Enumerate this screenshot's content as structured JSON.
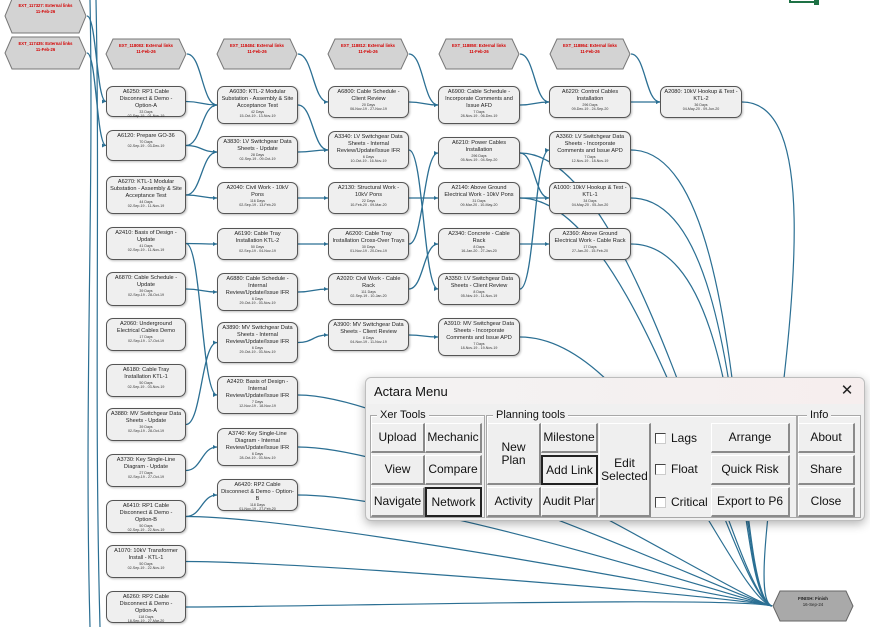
{
  "colors": {
    "link": "#2b6f93",
    "node_fill": "#efefef",
    "hex_fill": "#d3d3d3",
    "external_text": "#d40000",
    "finish_fill": "#a9a9a9",
    "excel_green": "#1e7145"
  },
  "external_nodes": [
    {
      "id": "ext1",
      "label": "EXT_117327: External links",
      "date": "11-Feb-26"
    },
    {
      "id": "ext2",
      "label": "EXT_117435: External links",
      "date": "11-Feb-26"
    },
    {
      "id": "ext3",
      "label": "EXT_118083: External links",
      "date": "11-Feb-26"
    },
    {
      "id": "ext4",
      "label": "EXT_118484: External links",
      "date": "11-Feb-26"
    },
    {
      "id": "ext5",
      "label": "EXT_118812: External links",
      "date": "11-Feb-26"
    },
    {
      "id": "ext6",
      "label": "EXT_118850: External links",
      "date": "11-Feb-26"
    },
    {
      "id": "ext7",
      "label": "EXT_118864: External links",
      "date": "11-Feb-26"
    }
  ],
  "finish_node": {
    "label": "FINISH: Finish",
    "date": "16-Sep-24"
  },
  "activities": [
    {
      "id": "a6250",
      "title": "A6250: RP1 Cable Disconnect & Demo - Option-A",
      "duration": "33 Days",
      "dates": "02-Sep-19 - 01-Nov-19"
    },
    {
      "id": "a6120",
      "title": "A6120: Prepare GO-36",
      "duration": "70 Days",
      "dates": "02-Sep-19 - 03-Dec-19"
    },
    {
      "id": "a6270",
      "title": "A6270: KTL-1 Modular Substation - Assembly & Site Acceptance Test",
      "duration": "44 Days",
      "dates": "02-Sep-19 - 11-Nov-19"
    },
    {
      "id": "a2410",
      "title": "A2410: Basis of Design - Update",
      "duration": "41 Days",
      "dates": "02-Sep-19 - 11-Nov-19"
    },
    {
      "id": "a6870",
      "title": "A6870: Cable Schedule - Update",
      "duration": "39 Days",
      "dates": "02-Sep-19 - 28-Oct-19"
    },
    {
      "id": "a2060",
      "title": "A2060: Underground Electrical Cables Demo",
      "duration": "17 Days",
      "dates": "02-Sep-19 - 17-Oct-19"
    },
    {
      "id": "a6180",
      "title": "A6180: Cable Tray Installation KTL-1",
      "duration": "50 Days",
      "dates": "02-Sep-19 - 03-Nov-19"
    },
    {
      "id": "a3880",
      "title": "A3880: MV Switchgear Data Sheets - Update",
      "duration": "39 Days",
      "dates": "02-Sep-19 - 28-Oct-19"
    },
    {
      "id": "a3730",
      "title": "A3730: Key Single-Line Diagram - Update",
      "duration": "27 Days",
      "dates": "02-Sep-19 - 27-Oct-19"
    },
    {
      "id": "a6410",
      "title": "A6410: RP1 Cable Disconnect & Demo - Option-B",
      "duration": "50 Days",
      "dates": "02-Sep-19 - 22-Nov-19"
    },
    {
      "id": "a1070",
      "title": "A1070: 10kV Transformer Install - KTL-1",
      "duration": "50 Days",
      "dates": "02-Sep-19 - 22-Nov-19"
    },
    {
      "id": "a6260",
      "title": "A6260: RP2 Cable Disconnect & Demo - Option-A",
      "duration": "118 Days",
      "dates": "18-Sep-19 - 27-Mar-20"
    },
    {
      "id": "a6030",
      "title": "A6030: KTL-2 Modular Substation - Assembly & Site Acceptance Test",
      "duration": "42 Days",
      "dates": "15-Oct-19 - 13-Nov-19"
    },
    {
      "id": "a3830",
      "title": "A3830: LV Switchgear Data Sheets - Update",
      "duration": "28 Days",
      "dates": "02-Sep-19 - 09-Oct-19"
    },
    {
      "id": "a2040",
      "title": "A2040: Civil Work - 10kV Pons",
      "duration": "116 Days",
      "dates": "02-Sep-19 - 13-Feb-20"
    },
    {
      "id": "a6190",
      "title": "A6190: Cable Tray Installation KTL-2",
      "duration": "50 Days",
      "dates": "02-Sep-19 - 04-Nov-19"
    },
    {
      "id": "a6880",
      "title": "A6880: Cable Schedule - Internal Review/Update/Issue IFR",
      "duration": "6 Days",
      "dates": "29-Oct-19 - 03-Nov-19"
    },
    {
      "id": "a3890",
      "title": "A3890: MV Switchgear Data Sheets - Internal Review/Update/Issue IFR",
      "duration": "6 Days",
      "dates": "29-Oct-19 - 03-Nov-19"
    },
    {
      "id": "a2420",
      "title": "A2420: Basis of Design - Internal Review/Update/Issue IFR",
      "duration": "7 Days",
      "dates": "12-Nov-19 - 18-Nov-19"
    },
    {
      "id": "a3740",
      "title": "A3740: Key Single-Line Diagram - Internal Review/Update/Issue IFR",
      "duration": "6 Days",
      "dates": "28-Oct-19 - 03-Nov-19"
    },
    {
      "id": "a6420",
      "title": "A6420: RP2 Cable Disconnect & Demo - Option-B",
      "duration": "118 Days",
      "dates": "01-Nov-19 - 27-Feb-20"
    },
    {
      "id": "a6800",
      "title": "A6800: Cable Schedule - Client Review",
      "duration": "20 Days",
      "dates": "06-Nov-19 - 27-Nov-19"
    },
    {
      "id": "a3340",
      "title": "A3340: LV Switchgear Data Sheets - Internal Review/Update/Issue IFR",
      "duration": "6 Days",
      "dates": "10-Oct-19 - 16-Nov-19"
    },
    {
      "id": "a2130",
      "title": "A2130: Structural Work - 10kV Pons",
      "duration": "22 Days",
      "dates": "10-Feb-20 - 09-Mar-20"
    },
    {
      "id": "a6200",
      "title": "A6200: Cable Tray Installation Cross-Over Trays",
      "duration": "30 Days",
      "dates": "01-Nov-19 - 20-Dec-19"
    },
    {
      "id": "a2020",
      "title": "A2020: Civil Work - Cable Rack",
      "duration": "111 Days",
      "dates": "02-Sep-19 - 10-Jan-20"
    },
    {
      "id": "a3900",
      "title": "A3900: MV Switchgear Data Sheets - Client Review",
      "duration": "8 Days",
      "dates": "04-Nov-19 - 11-Nov-19"
    },
    {
      "id": "a6900",
      "title": "A6900: Cable Schedule - Incorporate Comments and Issue AFD",
      "duration": "7 Days",
      "dates": "28-Nov-19 - 06-Dec-19"
    },
    {
      "id": "a6210",
      "title": "A6210: Power Cables Installation",
      "duration": "296 Days",
      "dates": "05-Nov-19 - 04-Sep-20"
    },
    {
      "id": "a2140",
      "title": "A2140: Above Ground Electrical Work - 10kV Pons",
      "duration": "31 Days",
      "dates": "09-Mar-20 - 10-May-20"
    },
    {
      "id": "a2340",
      "title": "A2340: Concrete - Cable Rack",
      "duration": "8 Days",
      "dates": "16-Jan-20 - 27-Jan-20"
    },
    {
      "id": "a3350",
      "title": "A3350: LV Switchgear Data Sheets - Client Review",
      "duration": "8 Days",
      "dates": "05-Nov-19 - 11-Nov-19"
    },
    {
      "id": "a3910",
      "title": "A3910: MV Switchgear Data Sheets - Incorporate Comments and Issue APD",
      "duration": "7 Days",
      "dates": "18-Nov-19 - 19-Nov-19"
    },
    {
      "id": "a6220",
      "title": "A6220: Control Cables Installation",
      "duration": "296 Days",
      "dates": "09-Dec-19 - 24-Sep-20"
    },
    {
      "id": "a3360",
      "title": "A3360: LV Switchgear Data Sheets - Incorporate Comments and Issue APD",
      "duration": "7 Days",
      "dates": "12-Nov-19 - 18-Nov-19"
    },
    {
      "id": "a1000",
      "title": "A1000: 10kV Hookup & Test - KTL-1",
      "duration": "34 Days",
      "dates": "04-May-20 - 05-Jun-20"
    },
    {
      "id": "a2360",
      "title": "A2360: Above Ground Electrical Work - Cable Rack",
      "duration": "17 Days",
      "dates": "27-Jan-20 - 15-Feb-20"
    },
    {
      "id": "a2080",
      "title": "A2080: 10kV Hookup & Test - KTL-2",
      "duration": "36 Days",
      "dates": "04-May-20 - 09-Jun-20"
    }
  ],
  "dialog": {
    "title": "Actara Menu",
    "close_label": "✕",
    "xer_tools": {
      "label": "Xer Tools",
      "buttons": [
        "Upload",
        "Mechanic",
        "View",
        "Compare",
        "Navigate",
        "Network"
      ]
    },
    "planning_tools": {
      "label": "Planning tools",
      "new_plan": "New Plan",
      "milestone": "Milestone",
      "add_link": "Add Link",
      "edit_selected": "Edit Selected",
      "activity": "Activity",
      "audit_plan": "Audit Plar",
      "checkboxes": [
        {
          "label": "Lags",
          "checked": false
        },
        {
          "label": "Float",
          "checked": false
        },
        {
          "label": "Critical",
          "checked": false
        }
      ],
      "arrange": "Arrange",
      "quick_risk": "Quick Risk",
      "export_p6": "Export to P6"
    },
    "info": {
      "label": "Info",
      "buttons": [
        "About",
        "Share",
        "Close"
      ]
    }
  }
}
